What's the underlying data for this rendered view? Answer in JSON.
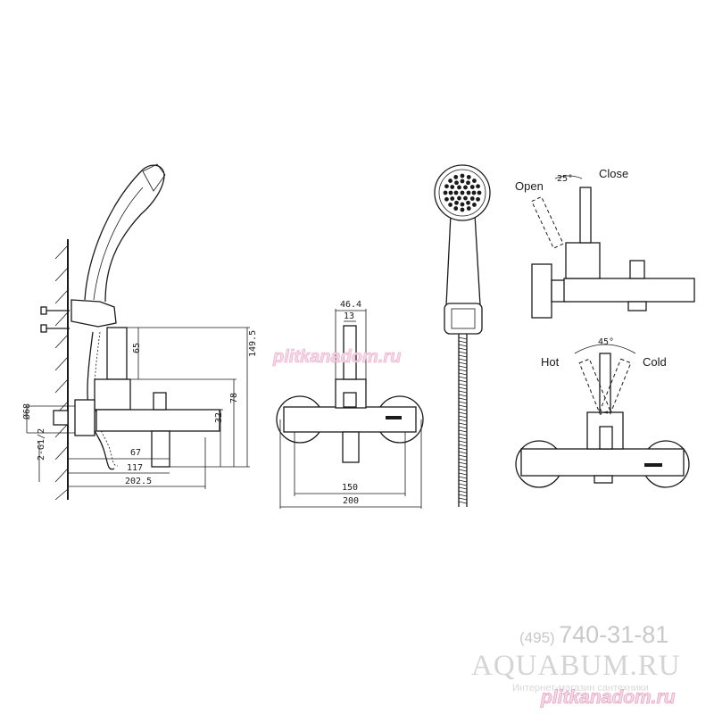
{
  "dimensions": {
    "d65": "65",
    "d149_5": "149.5",
    "d78": "78",
    "d32": "32",
    "d67": "67",
    "d117": "117",
    "d202_5": "202.5",
    "d68": "Ø68",
    "g12": "2-G1/2",
    "d46_4": "46.4",
    "d13": "13",
    "d150": "150",
    "d200": "200"
  },
  "labels": {
    "open": "Open",
    "angle25": "25°",
    "close": "Close",
    "hot": "Hot",
    "angle45": "45°",
    "cold": "Cold"
  },
  "watermark": {
    "site_center": "plitkanadom.ru",
    "site_bottom": "plitkanadom.ru",
    "phone_code": "(495)",
    "phone_number": "740-31-81",
    "brand": "AQUABUM.RU",
    "subtitle": "Интернет-магазин сантехники"
  }
}
